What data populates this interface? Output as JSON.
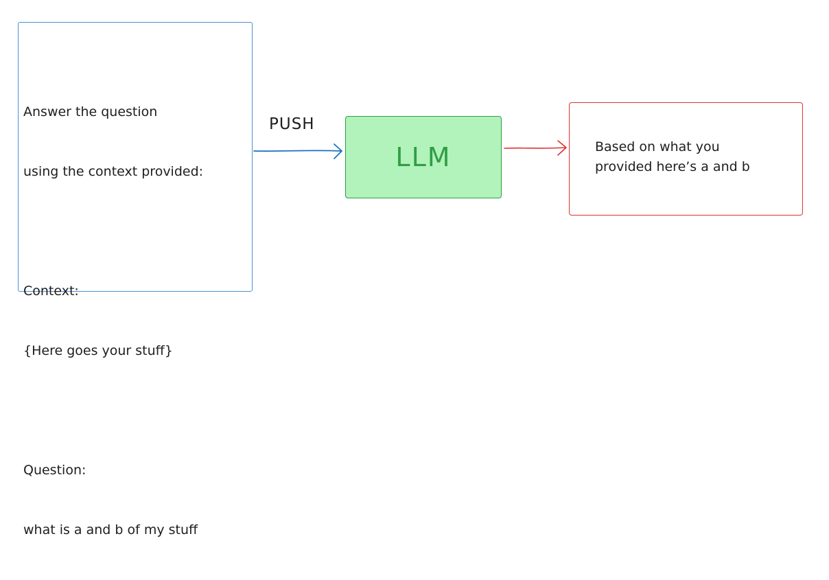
{
  "prompt": {
    "lines": [
      "Answer the question",
      "using the context provided:",
      "",
      "Context:",
      "{Here goes your stuff}",
      "",
      "Question:",
      "what is a and b of my stuff"
    ]
  },
  "push_label": "PUSH",
  "llm_label": "LLM",
  "output": {
    "lines": [
      "Based on what you",
      "provided here’s a and b"
    ]
  },
  "colors": {
    "prompt_border": "#4a8fd6",
    "llm_fill": "#b2f2bb",
    "llm_stroke": "#2f9e44",
    "output_border": "#e03131",
    "push_arrow": "#1971c2",
    "output_arrow": "#e03131"
  }
}
